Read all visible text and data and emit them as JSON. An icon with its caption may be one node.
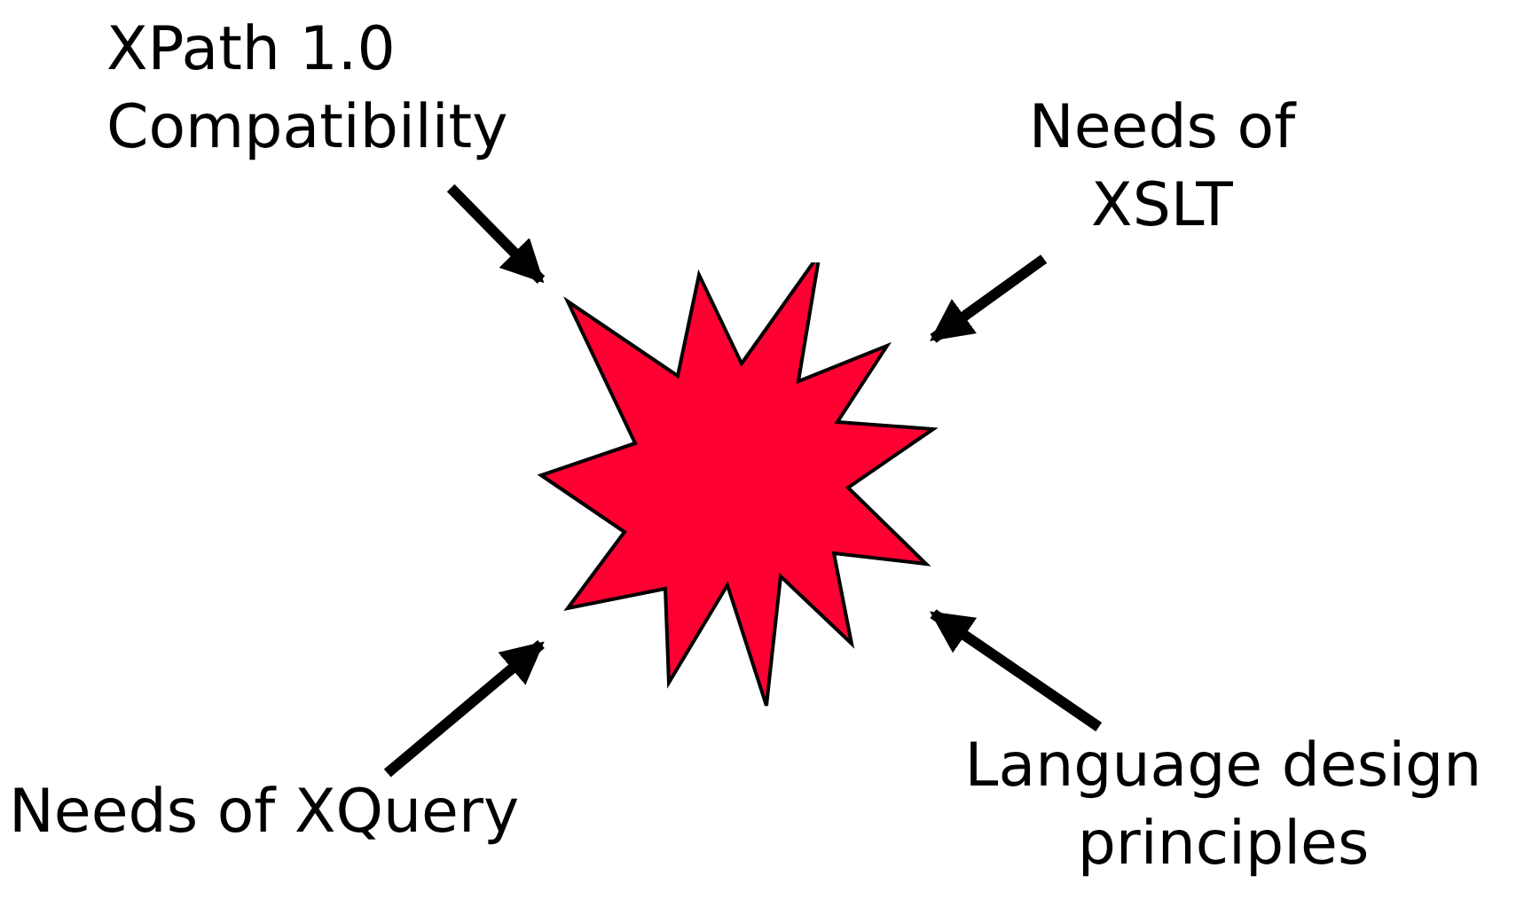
{
  "diagram": {
    "nodes": [
      {
        "text": [
          "XPath 1.0 Compatibility"
        ]
      },
      {
        "text": [
          "Needs of XSLT"
        ]
      },
      {
        "text": [],
        "shape": "star"
      },
      {
        "text": [
          "Needs of XQuery"
        ]
      },
      {
        "text": [
          "Language design principles"
        ]
      }
    ],
    "edges": [
      {
        "from": 0,
        "to": 2,
        "arrow": "to"
      },
      {
        "from": 1,
        "to": 2,
        "arrow": "to"
      },
      {
        "from": 3,
        "to": 2,
        "arrow": "to"
      },
      {
        "from": 4,
        "to": 2,
        "arrow": "to"
      }
    ]
  }
}
